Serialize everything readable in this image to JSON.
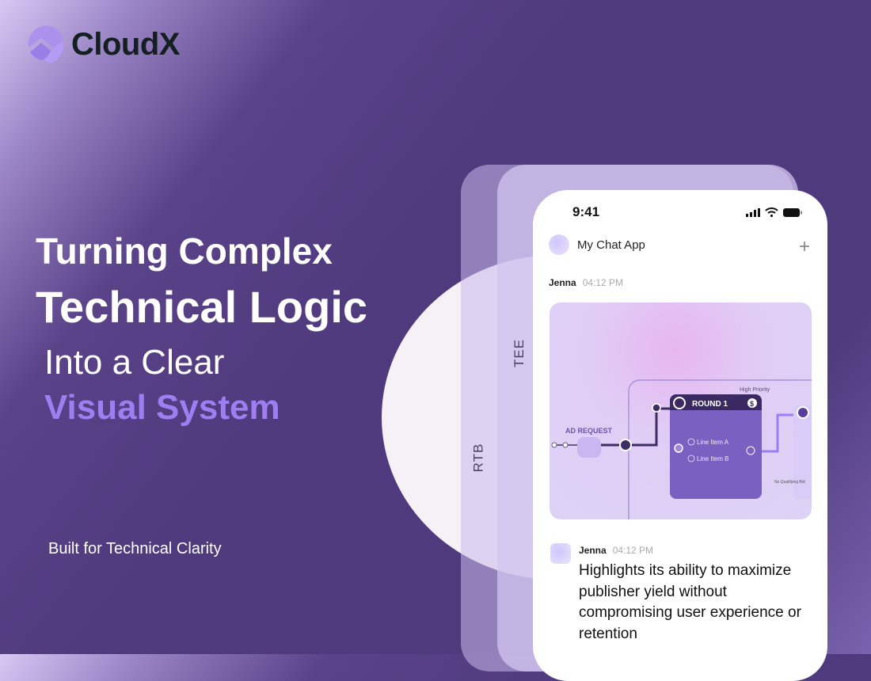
{
  "brand": {
    "name": "CloudX",
    "accent": "#9d7ff2",
    "background": "#4f3a7d"
  },
  "headline": {
    "line1": "Turning Complex",
    "line2": "Technical Logic",
    "line3": "Into a Clear",
    "line4": "Visual System"
  },
  "tagline": "Built for Technical Clarity",
  "cards": {
    "back_label": "RTB",
    "middle_label": "TEE"
  },
  "phone": {
    "time": "9:41",
    "status_icons": [
      "signal-icon",
      "wifi-icon",
      "battery-icon"
    ],
    "app_title": "My Chat App",
    "messages": [
      {
        "sender": "Jenna",
        "time": "04:12 PM"
      },
      {
        "sender": "Jenna",
        "time": "04:12 PM",
        "text": "Highlights its ability to maximize publisher yield without compromising user experience or retention"
      }
    ],
    "diagram": {
      "ad_request": "AD REQUEST",
      "priority": "High Priority",
      "round": "ROUND 1",
      "items": [
        "Line Item A",
        "Line Item B"
      ],
      "no_bid": "No Qualifying Bid"
    }
  }
}
